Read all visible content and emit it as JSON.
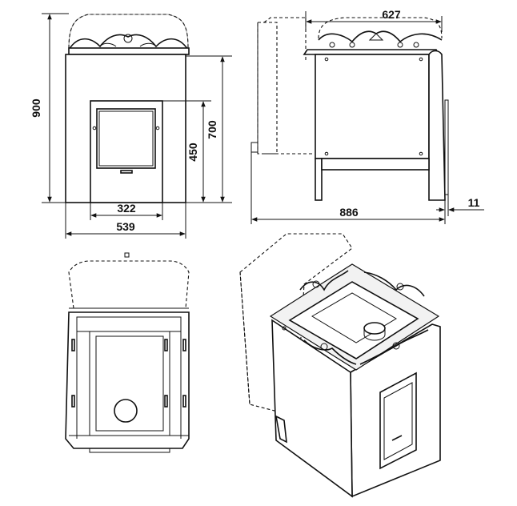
{
  "dimensions": {
    "front_height": "900",
    "front_width": "539",
    "door_width": "322",
    "door_height": "450",
    "body_height": "700",
    "side_top_width": "627",
    "side_total_depth": "886",
    "side_offset": "11"
  },
  "views": {
    "front": "front-view",
    "side": "side-view",
    "top": "top-view",
    "isometric": "isometric-view"
  },
  "colors": {
    "line": "#111111",
    "background": "#ffffff"
  }
}
